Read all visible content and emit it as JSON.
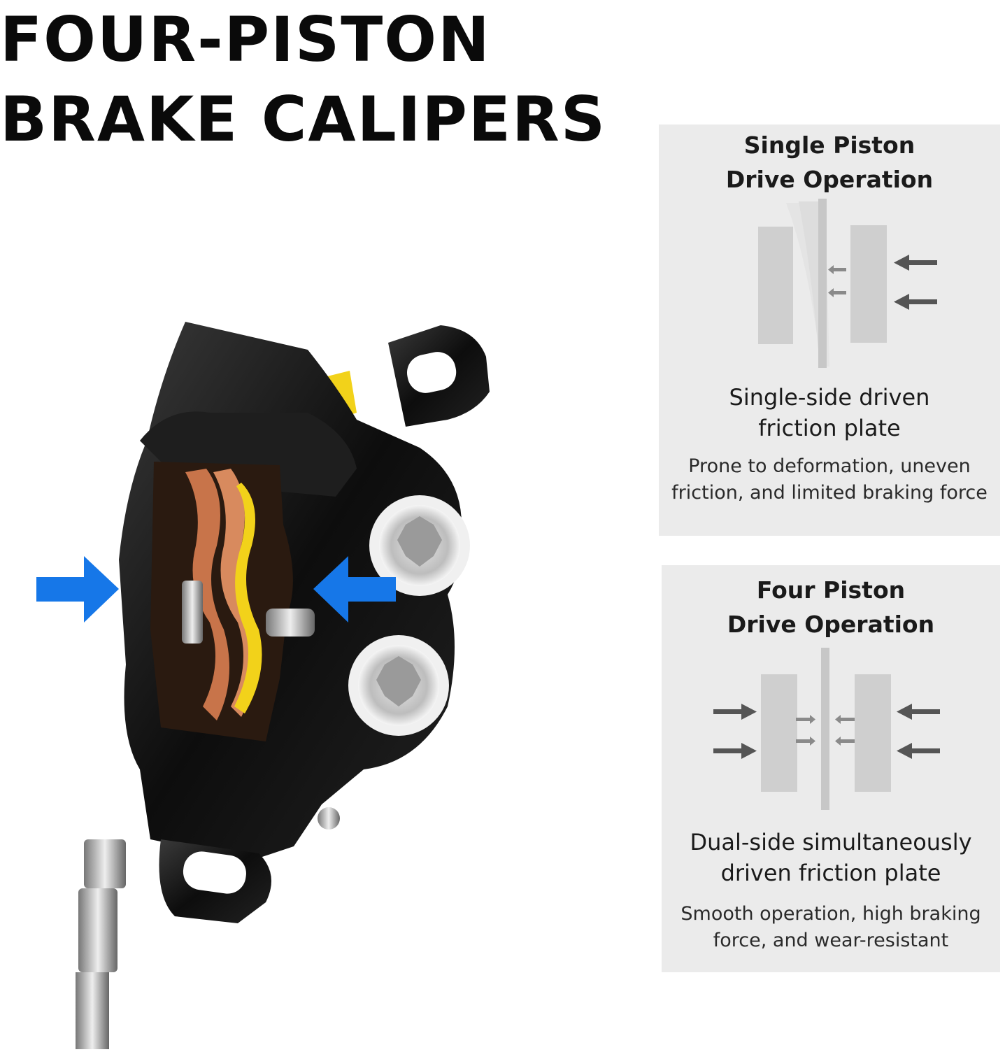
{
  "headline": {
    "line1": "FOUR-PISTON",
    "line2": "BRAKE CALIPERS"
  },
  "single_piston": {
    "title_line1": "Single Piston",
    "title_line2": "Drive Operation",
    "subtitle_line1": "Single-side driven",
    "subtitle_line2": "friction plate",
    "desc_line1": "Prone to deformation, uneven",
    "desc_line2": "friction, and limited braking force"
  },
  "four_piston": {
    "title_line1": "Four Piston",
    "title_line2": "Drive Operation",
    "subtitle_line1": "Dual-side simultaneously",
    "subtitle_line2": "driven friction plate",
    "desc_line1": "Smooth operation, high braking",
    "desc_line2": "force, and wear-resistant"
  },
  "colors": {
    "panel_bg": "#ebebeb",
    "pad_gray": "#cfcfcf",
    "arrow_dark": "#555555",
    "arrow_blue": "#1677e8",
    "caliper_black": "#0d0d0d",
    "copper": "#c8744a",
    "pad_yellow": "#f2d21a"
  },
  "icons": {
    "force_arrow": "arrow-left-icon",
    "caliper": "brake-caliper-icon"
  }
}
